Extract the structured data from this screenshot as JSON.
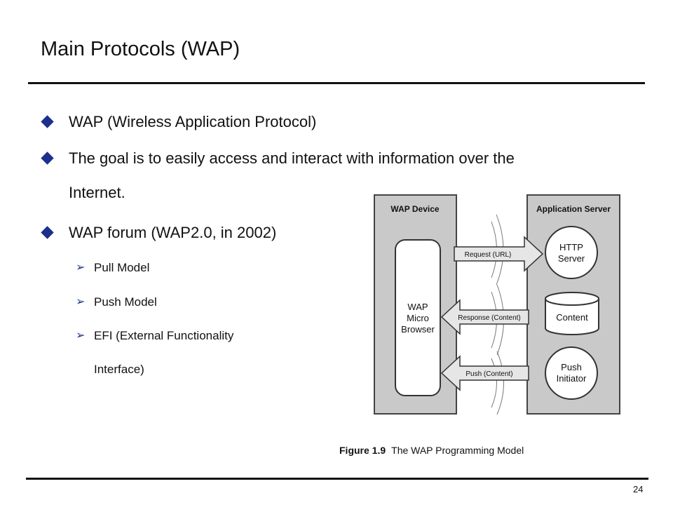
{
  "slide": {
    "title": "Main Protocols (WAP)",
    "page_number": "24",
    "bullets": [
      "WAP (Wireless Application Protocol)",
      "The goal is to easily access and interact with information over the",
      "Internet.",
      "WAP forum (WAP2.0, in 2002)"
    ],
    "sub_bullets": [
      "Pull Model",
      "Push Model",
      "EFI (External Functionality",
      "Interface)"
    ]
  },
  "figure": {
    "left_panel_title": "WAP Device",
    "right_panel_title": "Application Server",
    "browser_label": [
      "WAP",
      "Micro",
      "Browser"
    ],
    "arrows": [
      "Request (URL)",
      "Response (Content)",
      "Push (Content)"
    ],
    "http_server": [
      "HTTP",
      "Server"
    ],
    "content": "Content",
    "push_initiator": [
      "Push",
      "Initiator"
    ],
    "caption_number": "Figure 1.9",
    "caption_text": "The WAP Programming Model"
  },
  "colors": {
    "bullet": "#1c2f8c",
    "panel": "#c9c9c9"
  }
}
